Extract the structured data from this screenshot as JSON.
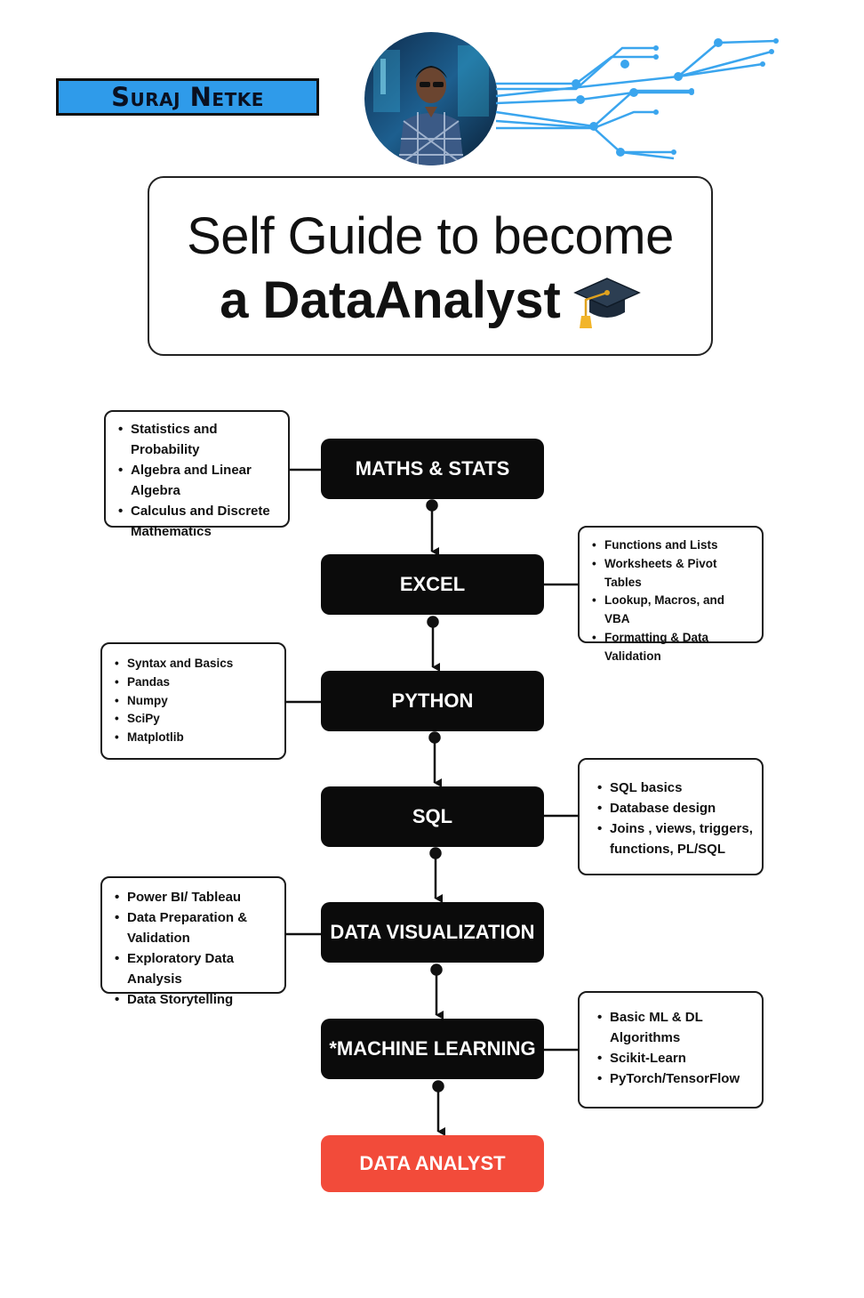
{
  "header": {
    "author": "Suraj Netke",
    "colors": {
      "badge": "#2f9bea",
      "circuit": "#3aa5ee"
    }
  },
  "title": {
    "line1": "Self Guide to become",
    "line2": "a DataAnalyst",
    "icon": "graduation-cap-icon"
  },
  "steps": [
    {
      "label": "MATHS & STATS"
    },
    {
      "label": "EXCEL"
    },
    {
      "label": "PYTHON"
    },
    {
      "label": "SQL"
    },
    {
      "label": "DATA VISUALIZATION"
    },
    {
      "label": "*MACHINE LEARNING"
    },
    {
      "label": "DATA ANALYST"
    }
  ],
  "notes": [
    {
      "items": [
        "Statistics and Probability",
        "Algebra and Linear Algebra",
        "Calculus and Discrete Mathematics"
      ]
    },
    {
      "items": [
        "Functions and Lists",
        "Worksheets & Pivot Tables",
        "Lookup, Macros, and VBA",
        "Formatting & Data Validation"
      ]
    },
    {
      "items": [
        "Syntax and Basics",
        "Pandas",
        "Numpy",
        "SciPy",
        "Matplotlib"
      ]
    },
    {
      "items": [
        "SQL basics",
        "Database design",
        "Joins , views, triggers, functions, PL/SQL"
      ]
    },
    {
      "items": [
        "Power BI/ Tableau",
        "Data Preparation & Validation",
        "Exploratory Data Analysis",
        "Data Storytelling"
      ]
    },
    {
      "items": [
        "Basic ML & DL Algorithms",
        "Scikit-Learn",
        " PyTorch/TensorFlow"
      ]
    }
  ],
  "colors": {
    "step": "#0b0b0b",
    "final_step": "#f24b3a"
  }
}
